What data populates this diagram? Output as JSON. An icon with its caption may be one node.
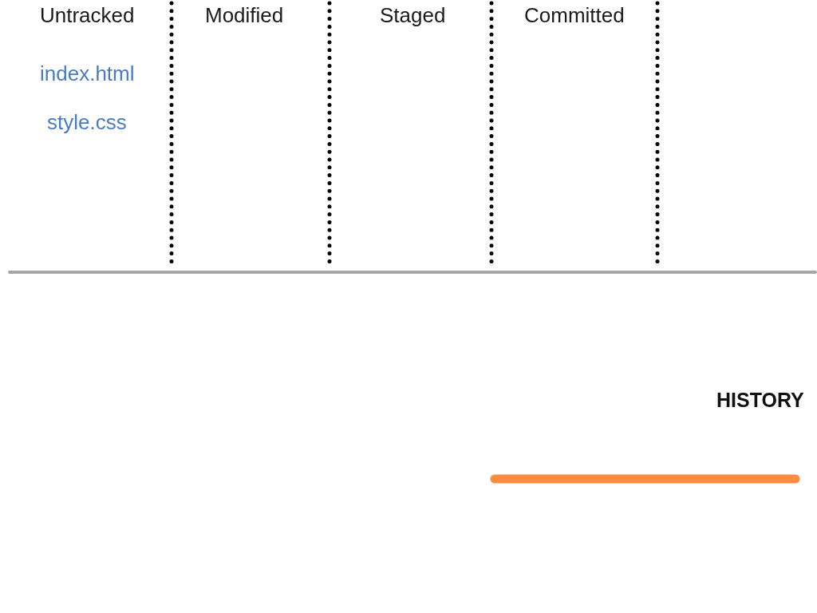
{
  "diagram": {
    "labels": [
      "Untracked",
      "Modified",
      "Staged",
      "Committed",
      "index.html",
      "style.css",
      "HISTORY"
    ]
  }
}
